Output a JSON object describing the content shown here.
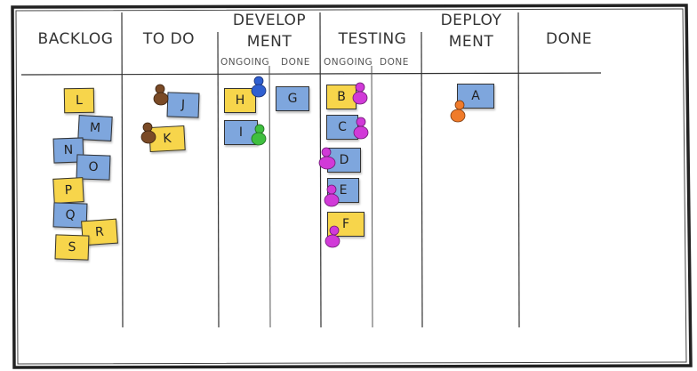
{
  "columns": [
    {
      "id": "backlog",
      "title": "BACKLOG"
    },
    {
      "id": "todo",
      "title": "TO DO"
    },
    {
      "id": "develop",
      "title_line1": "DEVELOP",
      "title_line2": "MENT",
      "sub": [
        "ONGOING",
        "DONE"
      ]
    },
    {
      "id": "testing",
      "title": "TESTING",
      "sub": [
        "ONGOING",
        "DONE"
      ]
    },
    {
      "id": "deploy",
      "title_line1": "DEPLOY",
      "title_line2": "MENT"
    },
    {
      "id": "done",
      "title": "DONE"
    }
  ],
  "cards": [
    {
      "label": "L",
      "color": "yellow",
      "column": "backlog"
    },
    {
      "label": "M",
      "color": "blue",
      "column": "backlog"
    },
    {
      "label": "N",
      "color": "blue",
      "column": "backlog"
    },
    {
      "label": "O",
      "color": "blue",
      "column": "backlog"
    },
    {
      "label": "P",
      "color": "yellow",
      "column": "backlog"
    },
    {
      "label": "Q",
      "color": "blue",
      "column": "backlog"
    },
    {
      "label": "R",
      "color": "yellow",
      "column": "backlog"
    },
    {
      "label": "S",
      "color": "yellow",
      "column": "backlog"
    },
    {
      "label": "J",
      "color": "blue",
      "column": "todo"
    },
    {
      "label": "K",
      "color": "yellow",
      "column": "todo"
    },
    {
      "label": "H",
      "color": "yellow",
      "column": "develop-ongoing"
    },
    {
      "label": "I",
      "color": "blue",
      "column": "develop-ongoing"
    },
    {
      "label": "G",
      "color": "blue",
      "column": "develop-done"
    },
    {
      "label": "B",
      "color": "yellow",
      "column": "testing-ongoing"
    },
    {
      "label": "C",
      "color": "blue",
      "column": "testing-ongoing"
    },
    {
      "label": "D",
      "color": "blue",
      "column": "testing-ongoing"
    },
    {
      "label": "E",
      "color": "blue",
      "column": "testing-ongoing"
    },
    {
      "label": "F",
      "color": "yellow",
      "column": "testing-ongoing"
    },
    {
      "label": "A",
      "color": "blue",
      "column": "deploy"
    }
  ],
  "colors": {
    "card_yellow": "#f7d54b",
    "card_blue": "#7ea6dd",
    "person_brown": "#7a4a26",
    "person_blue": "#2f5fd0",
    "person_green": "#3fbf3f",
    "person_magenta": "#d13ad8",
    "person_orange": "#f07b2a"
  }
}
